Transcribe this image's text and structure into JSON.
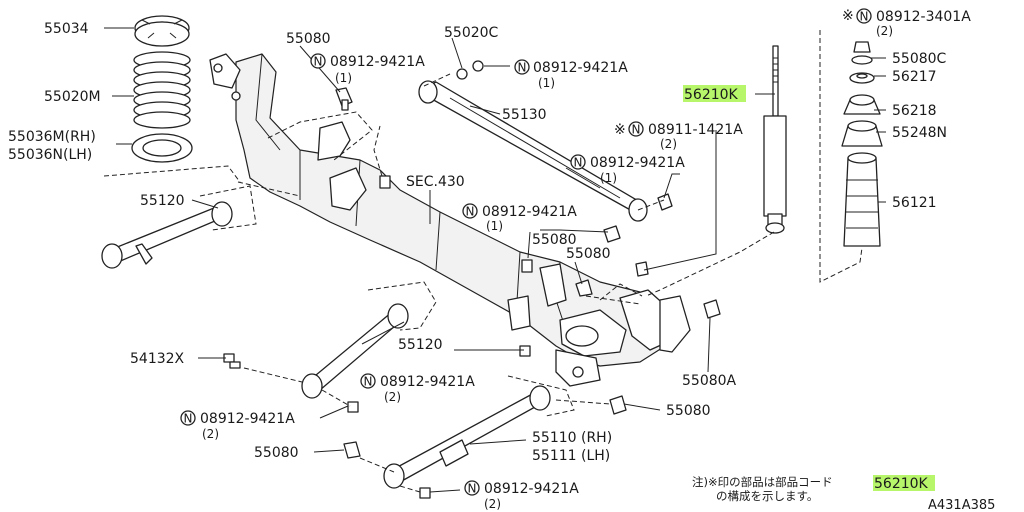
{
  "labels": {
    "p55034": "55034",
    "p55020m": "55020M",
    "p55036m": "55036M(RH)",
    "p55036n": "55036N(LH)",
    "p55080_top": "55080",
    "bolt_a1": "08912-9421A",
    "bolt_a1_qty": "(1)",
    "p55020c": "55020C",
    "bolt_a2": "08912-9421A",
    "bolt_a2_qty": "(1)",
    "p56210k": "56210K",
    "p55130": "55130",
    "nut_08911": "08911-1421A",
    "nut_08911_qty": "(2)",
    "bolt_a3": "08912-9421A",
    "bolt_a3_qty": "(1)",
    "sec430": "SEC.430",
    "p55120_left": "55120",
    "bolt_a4": "08912-9421A",
    "bolt_a4_qty": "(1)",
    "p55080_mid1": "55080",
    "p55080_mid2": "55080",
    "nut_08912_3401": "08912-3401A",
    "nut_08912_3401_qty": "(2)",
    "p55080c": "55080C",
    "p56217": "56217",
    "p56218": "56218",
    "p55248n": "55248N",
    "p56121": "56121",
    "p54132x": "54132X",
    "p55120_mid": "55120",
    "bolt_a5": "08912-9421A",
    "bolt_a5_qty": "(2)",
    "bolt_a6": "08912-9421A",
    "bolt_a6_qty": "(2)",
    "p55080a": "55080A",
    "p55080_low": "55080",
    "p55080_left": "55080",
    "p55110": "55110 (RH)",
    "p55111": "55111 (LH)",
    "bolt_a7": "08912-9421A",
    "bolt_a7_qty": "(2)",
    "note_line1": "注)※印の部品は部品コード",
    "note_code": "56210K",
    "note_line2": "の構成を示します。",
    "diagram_ref": "A431A385"
  },
  "symbols": {
    "asterisk": "※",
    "n_mark": "N"
  },
  "colors": {
    "highlight": "#b7f56b",
    "ink": "#1a1a1a"
  }
}
